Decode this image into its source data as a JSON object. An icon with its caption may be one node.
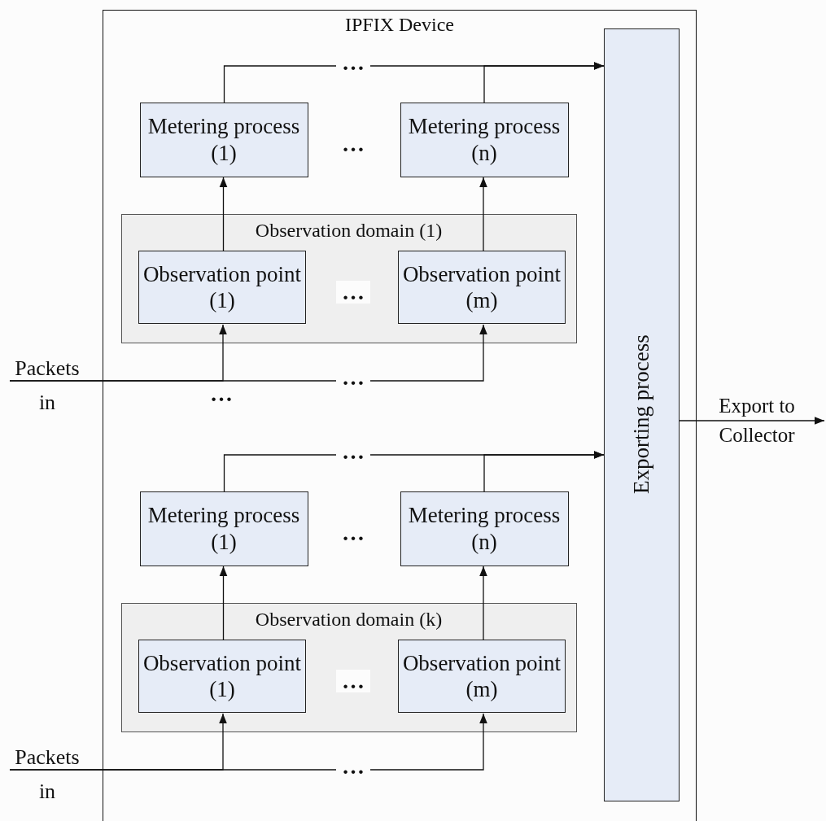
{
  "diagram": {
    "nodes": [
      {
        "text": [
          "IPFIX Device"
        ]
      },
      {
        "text": [
          "Exporting process"
        ],
        "in": 0
      },
      {
        "text": [
          "Metering process (1)"
        ],
        "in": 0
      },
      {
        "text": [
          "Metering process (n)"
        ],
        "in": 0
      },
      {
        "text": [
          "Observation domain (1)"
        ],
        "in": 0
      },
      {
        "text": [
          "Observation point (1)"
        ],
        "in": 4
      },
      {
        "text": [
          "Observation point (m)"
        ],
        "in": 4
      },
      {
        "text": [
          "Packets in"
        ]
      },
      {
        "text": [
          "Metering process (1)"
        ],
        "in": 0
      },
      {
        "text": [
          "Metering process (n)"
        ],
        "in": 0
      },
      {
        "text": [
          "Observation domain (k)"
        ],
        "in": 0
      },
      {
        "text": [
          "Observation point (1)"
        ],
        "in": 10
      },
      {
        "text": [
          "Observation point (m)"
        ],
        "in": 10
      },
      {
        "text": [
          "Packets in"
        ]
      }
    ],
    "edges": [
      {
        "from": 2,
        "to": 1,
        "arrow": "to"
      },
      {
        "from": 3,
        "to": 1,
        "arrow": "to"
      },
      {
        "from": 5,
        "to": 2,
        "arrow": "to"
      },
      {
        "from": 6,
        "to": 3,
        "arrow": "to"
      },
      {
        "from": 7,
        "to": 5,
        "arrow": "to"
      },
      {
        "from": 7,
        "to": 6,
        "arrow": "to"
      },
      {
        "from": 8,
        "to": 1,
        "arrow": "to"
      },
      {
        "from": 9,
        "to": 1,
        "arrow": "to"
      },
      {
        "from": 11,
        "to": 8,
        "arrow": "to"
      },
      {
        "from": 12,
        "to": 9,
        "arrow": "to"
      },
      {
        "from": 13,
        "to": 11,
        "arrow": "to"
      },
      {
        "from": 13,
        "to": 12,
        "arrow": "to"
      },
      {
        "from": 1,
        "to": null,
        "arrow": "to",
        "label": "Export to Collector"
      }
    ],
    "labels": [
      "…",
      "…",
      "…",
      "…",
      "…",
      "…",
      "…",
      "…",
      "…"
    ]
  }
}
